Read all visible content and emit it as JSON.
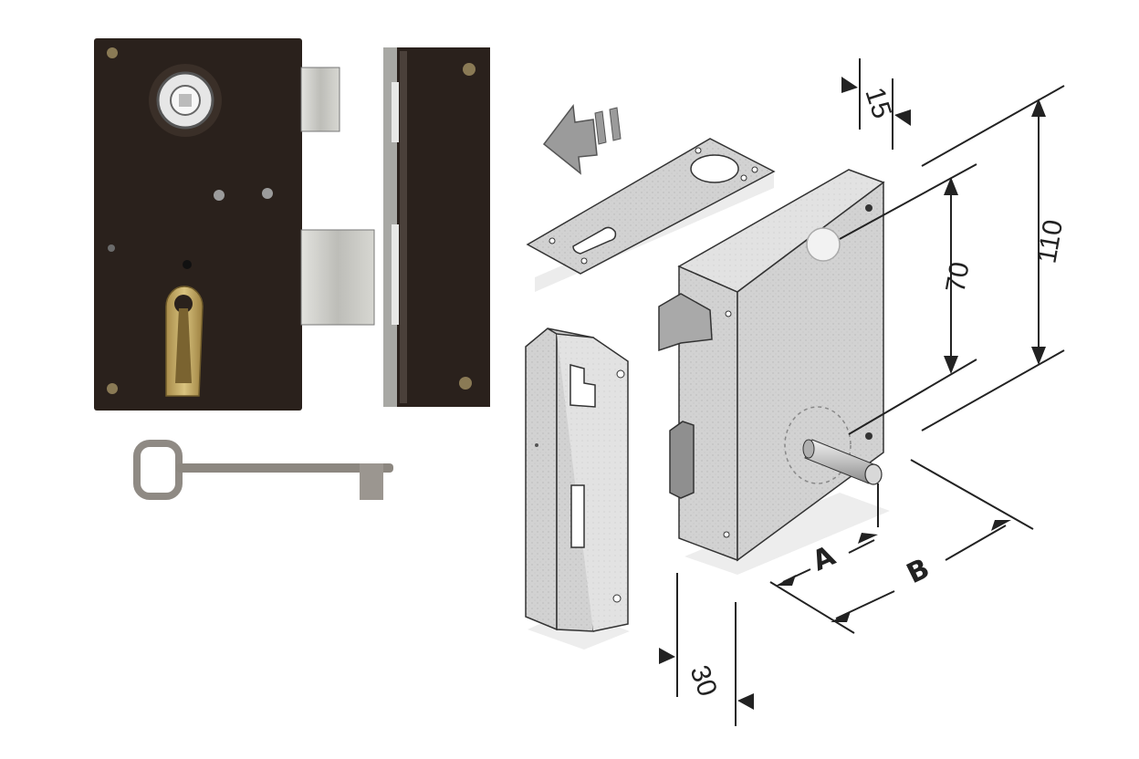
{
  "dimensions": {
    "top_thickness": "15",
    "backset_height": "70",
    "overall_height": "110",
    "depth": "30"
  },
  "letters": {
    "a": "A",
    "b": "B"
  },
  "colors": {
    "lock_body_dark": "#2a211c",
    "latch_steel": "#c9c9c4",
    "brass_escutcheon": "#c4a865",
    "drawing_grey": "#cfcfcf",
    "outline": "#333333"
  },
  "icons": {
    "direction_arrow": "arrow-left-icon"
  }
}
